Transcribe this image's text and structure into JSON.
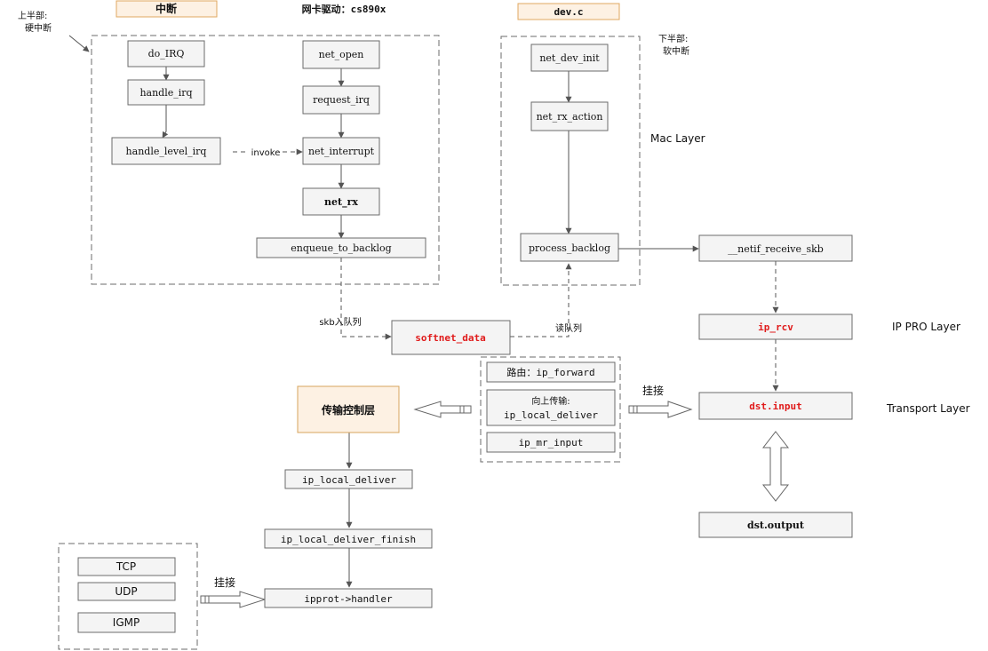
{
  "headers": {
    "interrupt": "中断",
    "nic_driver": "网卡驱动：cs890x",
    "dev_c": "dev.c"
  },
  "side_notes": {
    "top_half_line1": "上半部:",
    "top_half_line2": "硬中断",
    "bottom_half_line1": "下半部:",
    "bottom_half_line2": "软中断"
  },
  "layer_labels": {
    "mac": "Mac Layer",
    "ip": "IP  PRO Layer",
    "transport": "Transport  Layer"
  },
  "edge_labels": {
    "invoke": "invoke",
    "skb_enqueue": "skb入队列",
    "read_queue": "读队列",
    "hook_right": "挂接",
    "hook_bottom": "挂接"
  },
  "nodes": {
    "do_irq": "do_IRQ",
    "handle_irq": "handle_irq",
    "handle_level_irq": "handle_level_irq",
    "net_open": "net_open",
    "request_irq": "request_irq",
    "net_interrupt": "net_interrupt",
    "net_rx": "net_rx",
    "enqueue_to_backlog": "enqueue_to_backlog",
    "net_dev_init": "net_dev_init",
    "net_rx_action": "net_rx_action",
    "process_backlog": "process_backlog",
    "netif_receive_skb": "__netif_receive_skb",
    "softnet_data": "softnet_data",
    "ip_rcv": "ip_rcv",
    "ip_forward": "路由：ip_forward",
    "ip_local_deliver_up_line1": "向上传输:",
    "ip_local_deliver_up_line2": "ip_local_deliver",
    "ip_mr_input": "ip_mr_input",
    "dst_input": "dst.input",
    "dst_output": "dst.output",
    "transport_ctrl": "传输控制层",
    "ip_local_deliver": "ip_local_deliver",
    "ip_local_deliver_finish": "ip_local_deliver_finish",
    "ipprot_handler": "ipprot->handler",
    "tcp": "TCP",
    "udp": "UDP",
    "igmp": "IGMP"
  },
  "colors": {
    "highlight_red": "#e01b1b",
    "header_fill": "#fdf1e3",
    "header_border": "#e0a860",
    "box_fill": "#f4f4f4"
  }
}
